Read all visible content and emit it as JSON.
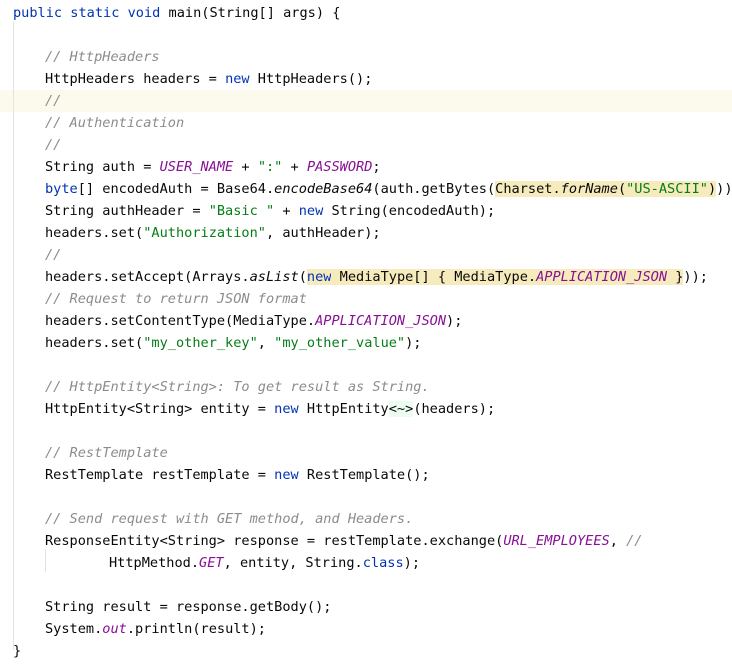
{
  "editor": {
    "lines": [
      {
        "indent": 0,
        "segs": [
          [
            "k",
            "public"
          ],
          [
            "p",
            " "
          ],
          [
            "k",
            "static"
          ],
          [
            "p",
            " "
          ],
          [
            "k",
            "void"
          ],
          [
            "p",
            " main(String[] args) {"
          ]
        ]
      },
      {
        "indent": 0,
        "segs": []
      },
      {
        "indent": 1,
        "segs": [
          [
            "c",
            "// HttpHeaders"
          ]
        ]
      },
      {
        "indent": 1,
        "segs": [
          [
            "p",
            "HttpHeaders headers = "
          ],
          [
            "k",
            "new"
          ],
          [
            "p",
            " HttpHeaders();"
          ]
        ]
      },
      {
        "indent": 1,
        "highlighted": true,
        "segs": [
          [
            "c",
            "//"
          ]
        ]
      },
      {
        "indent": 1,
        "segs": [
          [
            "c",
            "// Authentication"
          ]
        ]
      },
      {
        "indent": 1,
        "segs": [
          [
            "c",
            "//"
          ]
        ]
      },
      {
        "indent": 1,
        "segs": [
          [
            "p",
            "String auth = "
          ],
          [
            "f",
            "USER_NAME"
          ],
          [
            "p",
            " + "
          ],
          [
            "s",
            "\":\""
          ],
          [
            "p",
            " + "
          ],
          [
            "f",
            "PASSWORD"
          ],
          [
            "p",
            ";"
          ]
        ]
      },
      {
        "indent": 1,
        "segs": [
          [
            "k",
            "byte"
          ],
          [
            "p",
            "[] encodedAuth = Base64."
          ],
          [
            "sm",
            "encodeBase64"
          ],
          [
            "p",
            "(auth.getBytes("
          ],
          [
            "m",
            "Charset."
          ],
          [
            "m sm",
            "forName"
          ],
          [
            "m",
            "("
          ],
          [
            "m s",
            "\"US-ASCII\""
          ],
          [
            "m",
            ")"
          ],
          [
            "p",
            "));"
          ]
        ]
      },
      {
        "indent": 1,
        "segs": [
          [
            "p",
            "String authHeader = "
          ],
          [
            "s",
            "\"Basic \""
          ],
          [
            "p",
            " + "
          ],
          [
            "k",
            "new"
          ],
          [
            "p",
            " String(encodedAuth);"
          ]
        ]
      },
      {
        "indent": 1,
        "segs": [
          [
            "p",
            "headers.set("
          ],
          [
            "s",
            "\"Authorization\""
          ],
          [
            "p",
            ", authHeader);"
          ]
        ]
      },
      {
        "indent": 1,
        "segs": [
          [
            "c",
            "//"
          ]
        ]
      },
      {
        "indent": 1,
        "segs": [
          [
            "p",
            "headers.setAccept(Arrays."
          ],
          [
            "sm",
            "asList"
          ],
          [
            "p",
            "("
          ],
          [
            "m k",
            "new"
          ],
          [
            "m",
            " MediaType[] { MediaType."
          ],
          [
            "m f",
            "APPLICATION_JSON"
          ],
          [
            "m",
            " }"
          ],
          [
            "p",
            "));"
          ]
        ]
      },
      {
        "indent": 1,
        "segs": [
          [
            "c",
            "// Request to return JSON format"
          ]
        ]
      },
      {
        "indent": 1,
        "segs": [
          [
            "p",
            "headers.setContentType(MediaType."
          ],
          [
            "f",
            "APPLICATION_JSON"
          ],
          [
            "p",
            ");"
          ]
        ]
      },
      {
        "indent": 1,
        "segs": [
          [
            "p",
            "headers.set("
          ],
          [
            "s",
            "\"my_other_key\""
          ],
          [
            "p",
            ", "
          ],
          [
            "s",
            "\"my_other_value\""
          ],
          [
            "p",
            ");"
          ]
        ]
      },
      {
        "indent": 0,
        "segs": []
      },
      {
        "indent": 1,
        "segs": [
          [
            "c",
            "// HttpEntity<String>: To get result as String."
          ]
        ]
      },
      {
        "indent": 1,
        "segs": [
          [
            "p",
            "HttpEntity<String> entity = "
          ],
          [
            "k",
            "new"
          ],
          [
            "p",
            " HttpEntity"
          ],
          [
            "g",
            "<~>"
          ],
          [
            "p",
            "(headers);"
          ]
        ]
      },
      {
        "indent": 0,
        "segs": []
      },
      {
        "indent": 1,
        "segs": [
          [
            "c",
            "// RestTemplate"
          ]
        ]
      },
      {
        "indent": 1,
        "segs": [
          [
            "p",
            "RestTemplate restTemplate = "
          ],
          [
            "k",
            "new"
          ],
          [
            "p",
            " RestTemplate();"
          ]
        ]
      },
      {
        "indent": 0,
        "segs": []
      },
      {
        "indent": 1,
        "segs": [
          [
            "c",
            "// Send request with GET method, and Headers."
          ]
        ]
      },
      {
        "indent": 1,
        "segs": [
          [
            "p",
            "ResponseEntity<String> response = restTemplate.exchange("
          ],
          [
            "f",
            "URL_EMPLOYEES"
          ],
          [
            "p",
            ", "
          ],
          [
            "c",
            "//"
          ]
        ]
      },
      {
        "indent": 3,
        "segs": [
          [
            "p",
            "HttpMethod."
          ],
          [
            "f",
            "GET"
          ],
          [
            "p",
            ", entity, String."
          ],
          [
            "k",
            "class"
          ],
          [
            "p",
            ");"
          ]
        ]
      },
      {
        "indent": 0,
        "segs": []
      },
      {
        "indent": 1,
        "segs": [
          [
            "p",
            "String result = response.getBody();"
          ]
        ]
      },
      {
        "indent": 1,
        "segs": [
          [
            "p",
            "System."
          ],
          [
            "f",
            "out"
          ],
          [
            "p",
            ".println(result);"
          ]
        ]
      },
      {
        "indent": 0,
        "segs": [
          [
            "p",
            "}"
          ]
        ]
      }
    ]
  }
}
